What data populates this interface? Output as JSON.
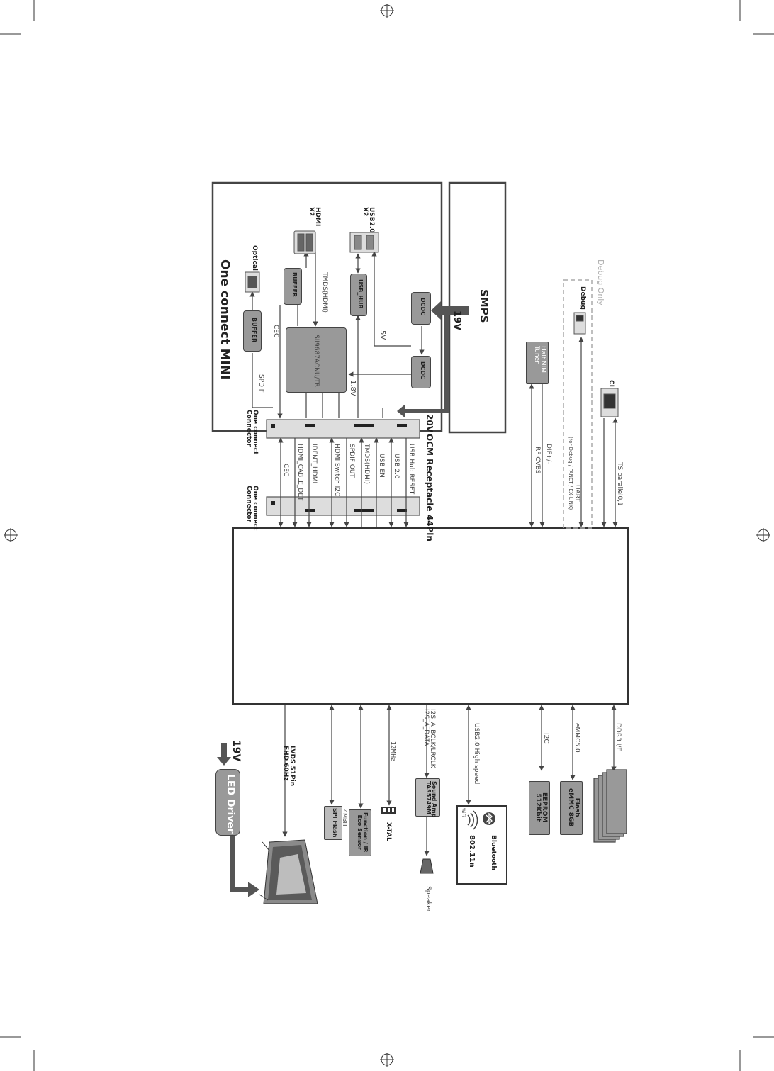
{
  "diagram": {
    "one_connect": {
      "title": "One connect MINI",
      "chip": "SII9687ACNU/TR",
      "buffer1": "BUFFER",
      "buffer2": "BUFFER",
      "usb_hub": "USB_HUB",
      "dcdc1": "DCDC",
      "dcdc2": "DCDC",
      "hdmi": "HDMI\nX2",
      "usb": "USB2.0\nX2",
      "optical": "Optical",
      "tmds": "TMDS(HDMI)",
      "cec": "CEC",
      "spdif": "SPDIF",
      "v5": "5V",
      "v18": "1.8V",
      "connector_left": "One connect\nConnector"
    },
    "smps": {
      "title": "SMPS",
      "v19": "19V",
      "v20": "20V"
    },
    "ocm": {
      "title": "OCM Receptacle 44Pin",
      "connector_right": "One connect\nConnector",
      "signals": [
        "USB Hub RESET",
        "USB 2.0",
        "USB EN",
        "TMDS(HDMI)",
        "SPDIF OUT",
        "HDMI Switch I2C",
        "IDENT_HDMI",
        "HDMI_CABLE_DET",
        "CEC"
      ]
    },
    "top_right": {
      "debug_only": "Debug Only",
      "debug": "Debug",
      "tuner": "Half NIM\nTuner",
      "ci": "CI",
      "ts": "TS parallel0,1",
      "uart": "UART",
      "uart_note": "(for Debug / FANET / EX-LINK)",
      "dif": "DIF+/-",
      "rf": "RF CVBS"
    },
    "bottom": {
      "ddr": "DDR3 I/F",
      "emmc": "eMMC5.0",
      "flash": "Flash\neMMC 8GB",
      "i2c": "I2C",
      "eeprom": "EEPROM\n512Kbit",
      "usb_high": "USB2.0 High speed",
      "bluetooth": "Bluetooth",
      "wifi": "802.11n",
      "wifi_icon_label": "WiFi",
      "i2s": "I2S_A_BCLK/LRCLK\nI2S_A_DATA",
      "sound_amp": "Sound Amp\nTAS5749M",
      "speaker": "Speaker",
      "xtal_freq": "12MHz",
      "xtal": "X-TAL",
      "func": "Function / IR\nEco Sensor",
      "spi_bits": "4MBIT",
      "spi": "SPI Flash",
      "lvds": "LVDS 51Pin\nFHD 60Hz",
      "v19": "19V",
      "led": "LED Driver"
    }
  }
}
